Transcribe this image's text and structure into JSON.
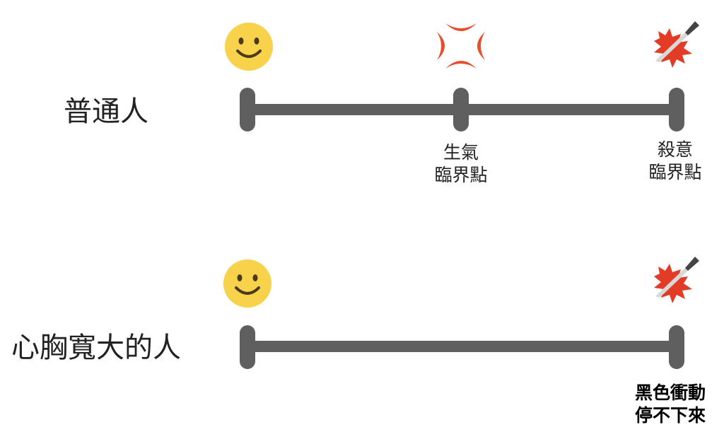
{
  "rows": [
    {
      "label": "普通人",
      "markers": [
        {
          "icon": "smiley-face-icon"
        },
        {
          "icon": "anger-symbol-icon",
          "caption_line1": "生氣",
          "caption_line2": "臨界點"
        },
        {
          "icon": "knife-blood-splat-icon",
          "caption_line1": "殺意",
          "caption_line2": "臨界點"
        }
      ]
    },
    {
      "label": "心胸寬大的人",
      "markers": [
        {
          "icon": "smiley-face-icon"
        },
        {
          "icon": "knife-blood-splat-icon",
          "caption_line1": "黑色衝動",
          "caption_line2": "停不下來"
        }
      ]
    }
  ],
  "colors": {
    "bar": "#5f5f5f",
    "smiley": "#f7d24a",
    "anger": "#e4502c",
    "blood": "#e23b26"
  }
}
